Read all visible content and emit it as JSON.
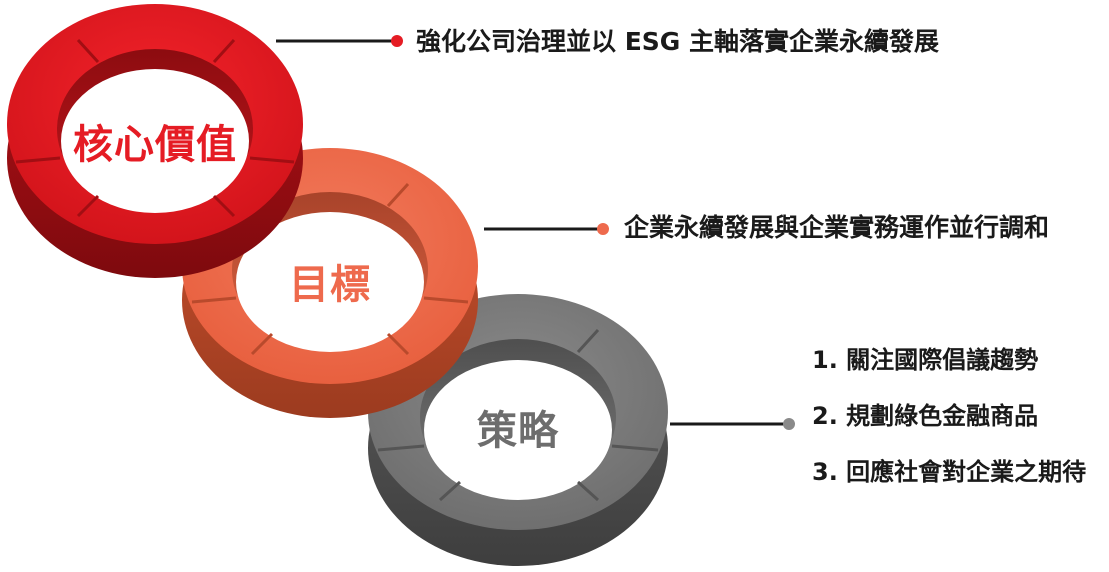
{
  "rings": [
    {
      "label": "核心價值",
      "color": "#e51c24",
      "label_color": "#e51c24"
    },
    {
      "label": "目標",
      "color": "#ee6a4d",
      "label_color": "#ee6a4d"
    },
    {
      "label": "策略",
      "color": "#737373",
      "label_color": "#6d6d6d"
    }
  ],
  "callouts": {
    "core_value": "強化公司治理並以 ESG 主軸落實企業永續發展",
    "goal": "企業永續發展與企業實務運作並行調和",
    "strategy_items": [
      "1. 關注國際倡議趨勢",
      "2. 規劃綠色金融商品",
      "3. 回應社會對企業之期待"
    ]
  }
}
